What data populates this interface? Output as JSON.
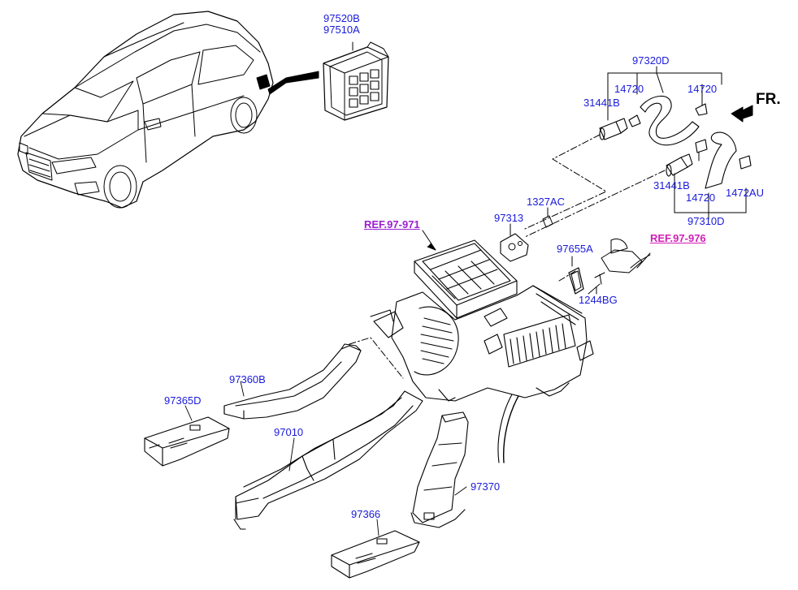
{
  "colors": {
    "part_label": "#1a1adb",
    "ref_link": "#9b1fd1",
    "line": "#000000"
  },
  "icons": [
    "car-icon",
    "cabin-filter-icon",
    "hvac-unit-icon",
    "heater-hose-icon",
    "air-duct-icon",
    "direction-arrow-icon"
  ],
  "orientation": "FR.",
  "references": {
    "ref_left": "REF.97-971",
    "ref_right": "REF.97-976"
  },
  "parts": {
    "p97520B": "97520B",
    "p97510A": "97510A",
    "p97320D": "97320D",
    "p14720_a": "14720",
    "p14720_b": "14720",
    "p31441B_top": "31441B",
    "p31441B_bottom": "31441B",
    "p14720_c": "14720",
    "p1472AU": "1472AU",
    "p97310D": "97310D",
    "p1327AC": "1327AC",
    "p97313": "97313",
    "p97655A": "97655A",
    "p1244BG": "1244BG",
    "p97360B": "97360B",
    "p97365D": "97365D",
    "p97010": "97010",
    "p97370": "97370",
    "p97366": "97366"
  }
}
